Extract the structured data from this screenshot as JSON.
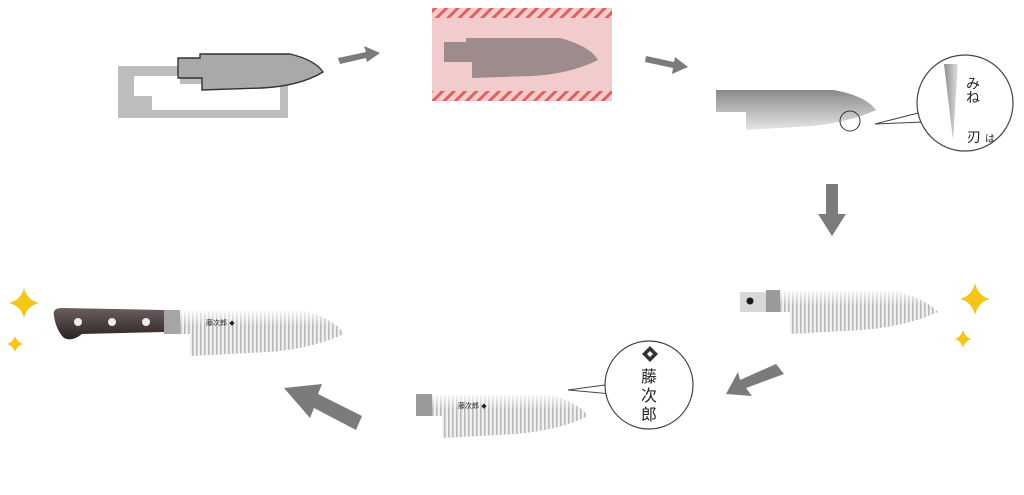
{
  "diagram": {
    "title": "",
    "steps": [
      {
        "id": "step-1",
        "stage": "blank cut from steel sheet"
      },
      {
        "id": "step-2",
        "stage": "heat treatment"
      },
      {
        "id": "step-3",
        "stage": "grinding the edge"
      },
      {
        "id": "step-4",
        "stage": "hollow-ground blade"
      },
      {
        "id": "step-5",
        "stage": "engraved blade"
      },
      {
        "id": "step-6",
        "stage": "finished knife with handle"
      }
    ],
    "callouts": {
      "edge_profile": {
        "spine_label": "みね",
        "edge_kanji": "刃",
        "edge_kana": "は"
      },
      "engraving": {
        "chars": [
          "藤",
          "次",
          "郎"
        ]
      }
    },
    "blade_stamp": "藤次郎 ◆",
    "colors": {
      "arrow": "#7b7b7b",
      "steel_light": "#d9d9d9",
      "steel_dark": "#8d8d8d",
      "heat_bg": "#f2cccc",
      "heat_stripe": "#e06060",
      "sparkle": "#f5c518",
      "handle": "#3a2f2f"
    }
  }
}
